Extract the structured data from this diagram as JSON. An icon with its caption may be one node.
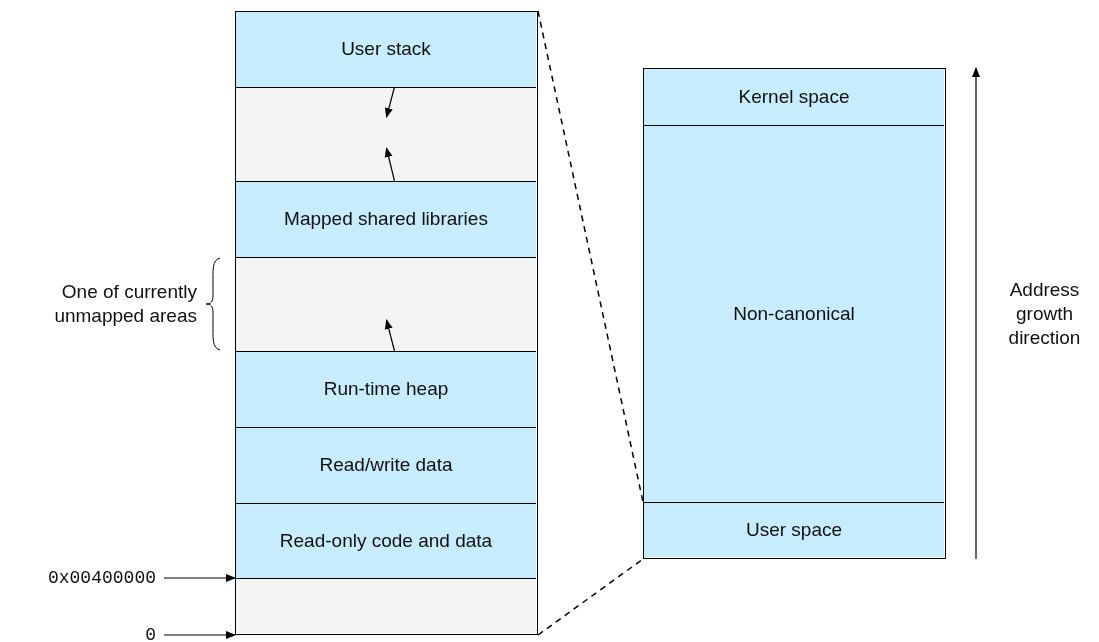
{
  "diagram": {
    "nodes": [
      {
        "text": [],
        "shape": "box"
      },
      {
        "text": [
          "User stack"
        ],
        "in": 0
      },
      {
        "text": [],
        "shape": "box",
        "in": 0
      },
      {
        "text": [
          "Mapped shared libraries"
        ],
        "in": 0
      },
      {
        "text": [],
        "shape": "box",
        "in": 0,
        "beside": [
          "One of currently unmapped areas"
        ]
      },
      {
        "text": [
          "Run-time heap"
        ],
        "in": 0
      },
      {
        "text": [
          "Read/write data"
        ],
        "in": 0
      },
      {
        "text": [
          "Read-only code and data"
        ],
        "in": 0
      },
      {
        "text": [],
        "shape": "box",
        "in": 0
      },
      {
        "text": [],
        "shape": "box"
      },
      {
        "text": [
          "Kernel space"
        ],
        "in": 9
      },
      {
        "text": [
          "Non-canonical"
        ],
        "in": 9
      },
      {
        "text": [
          "User space"
        ],
        "in": 9
      },
      {
        "text": [
          "0x00400000"
        ]
      },
      {
        "text": [
          "0"
        ]
      }
    ],
    "edges": [
      {
        "from": 0,
        "to": 12,
        "arrow": "none",
        "style": "dashed"
      },
      {
        "from": 0,
        "to": 12,
        "arrow": "none",
        "style": "dashed"
      },
      {
        "from": 13,
        "to": 8,
        "arrow": "to"
      },
      {
        "from": 14,
        "to": 8,
        "arrow": "to"
      },
      {
        "from": 1,
        "to": 2,
        "arrow": "to"
      },
      {
        "from": 3,
        "to": 2,
        "arrow": "to"
      },
      {
        "from": 5,
        "to": 4,
        "arrow": "to"
      }
    ],
    "labels": [
      "Address growth direction"
    ]
  }
}
